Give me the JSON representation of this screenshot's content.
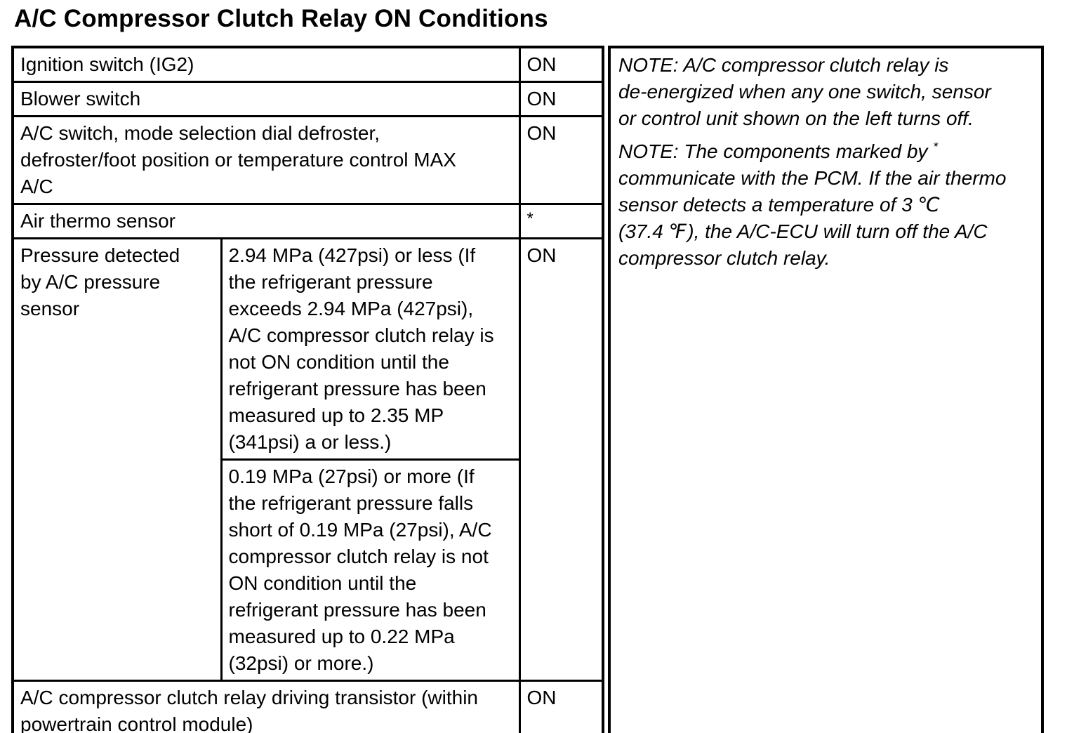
{
  "title": "A/C Compressor Clutch Relay ON Conditions",
  "table": {
    "rows": [
      {
        "label": "Ignition switch (IG2)",
        "state": "ON"
      },
      {
        "label": "Blower switch",
        "state": "ON"
      },
      {
        "label": "A/C switch, mode selection dial defroster,\ndefroster/foot position or temperature control MAX\nA/C",
        "state": "ON"
      },
      {
        "label": "Air thermo sensor",
        "state": "*"
      },
      {
        "label": "Pressure detected\nby A/C pressure\nsensor",
        "state": "ON",
        "conditions": [
          "2.94 MPa (427psi) or less (If\nthe refrigerant pressure\nexceeds 2.94 MPa (427psi),\nA/C compressor clutch relay is\nnot ON condition until the\nrefrigerant pressure has been\nmeasured up to 2.35 MP\n(341psi) a or less.)",
          "0.19 MPa (27psi) or more (If\nthe refrigerant pressure falls\nshort of 0.19 MPa (27psi), A/C\ncompressor clutch relay is not\nON condition until the\nrefrigerant pressure has been\nmeasured up to 0.22 MPa\n(32psi) or more.)"
        ]
      },
      {
        "label": "A/C compressor clutch relay driving transistor (within\npowertrain control module)",
        "state": "ON"
      }
    ]
  },
  "notes": {
    "note1": "NOTE: A/C compressor clutch relay is\nde-energized when any one switch, sensor\nor control unit shown on the left turns off.",
    "note2_prefix": "NOTE:  The components marked by ",
    "note2_asterisk": "*",
    "note2_body": "\ncommunicate with the PCM. If the air thermo\nsensor detects a temperature of 3 ℃\n(37.4 ℉), the A/C-ECU will turn off the A/C\ncompressor clutch relay."
  }
}
